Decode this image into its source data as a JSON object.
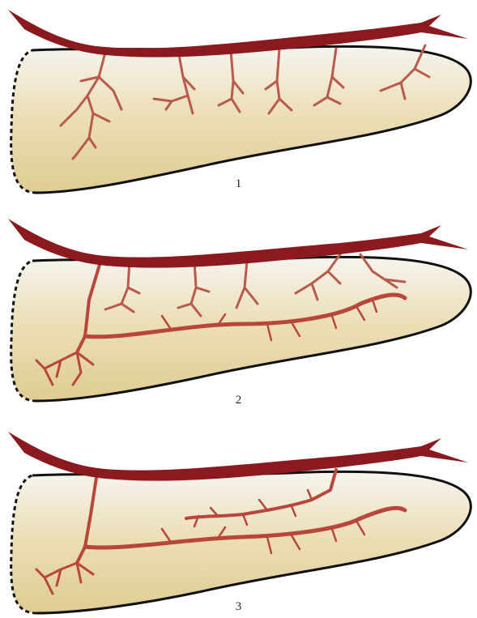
{
  "panels": [
    {
      "label": "1"
    },
    {
      "label": "2"
    },
    {
      "label": "3"
    }
  ],
  "colors": {
    "organ_top": "#f4f1ea",
    "organ_bottom": "#e3d09a",
    "outline": "#111111",
    "main_artery": "#8a1a1f",
    "branch_artery": "#b85a4c",
    "long_artery": "#b9463a"
  }
}
